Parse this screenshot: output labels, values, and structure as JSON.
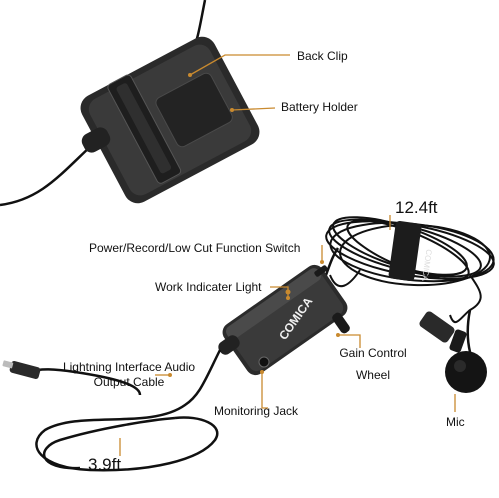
{
  "labels": {
    "back_clip": "Back Clip",
    "battery_holder": "Battery Holder",
    "length_main": "12.4ft",
    "power_switch": "Power/Record/Low Cut Function Switch",
    "work_light": "Work Indicater Light",
    "gain_control_line1": "Gain Control",
    "gain_control_line2": "Wheel",
    "lightning_line1": "Lightning Interface Audio",
    "lightning_line2": "Output Cable",
    "monitoring_jack": "Monitoring Jack",
    "mic": "Mic",
    "length_cable": "3.9ft"
  },
  "device_brand": "COMICA",
  "colors": {
    "device_body": "#2b2b2b",
    "cable": "#111111",
    "leader_line": "#c98a2f",
    "text": "#111111"
  }
}
